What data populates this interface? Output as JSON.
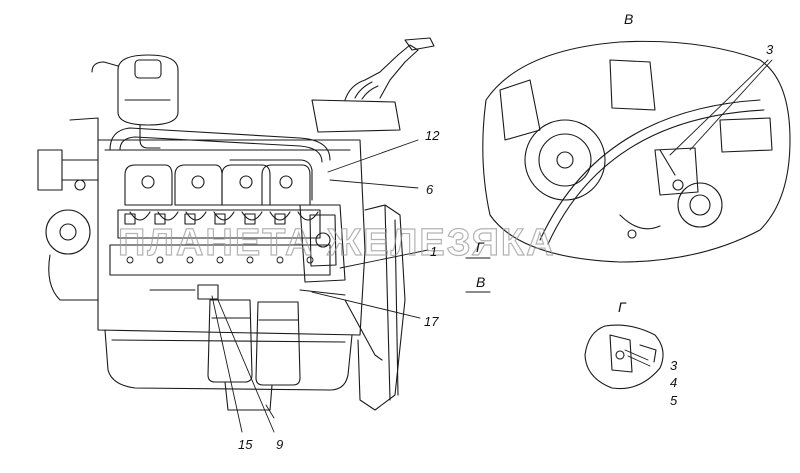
{
  "callouts": {
    "c12": "12",
    "c6": "6",
    "c1": "1",
    "c17": "17",
    "c15": "15",
    "c9": "9",
    "c3_detail_v": "3",
    "c3_detail_g": "3",
    "c4": "4",
    "c5": "5"
  },
  "view_labels": {
    "v_top": "В",
    "g_top": "Г",
    "g_arrow": "Г",
    "v_arrow": "В"
  },
  "watermark": "ПЛАНЕТА ЖЕЛЕЗЯКА",
  "colors": {
    "line": "#1a1a1a",
    "watermark": "#9a9a9a"
  }
}
